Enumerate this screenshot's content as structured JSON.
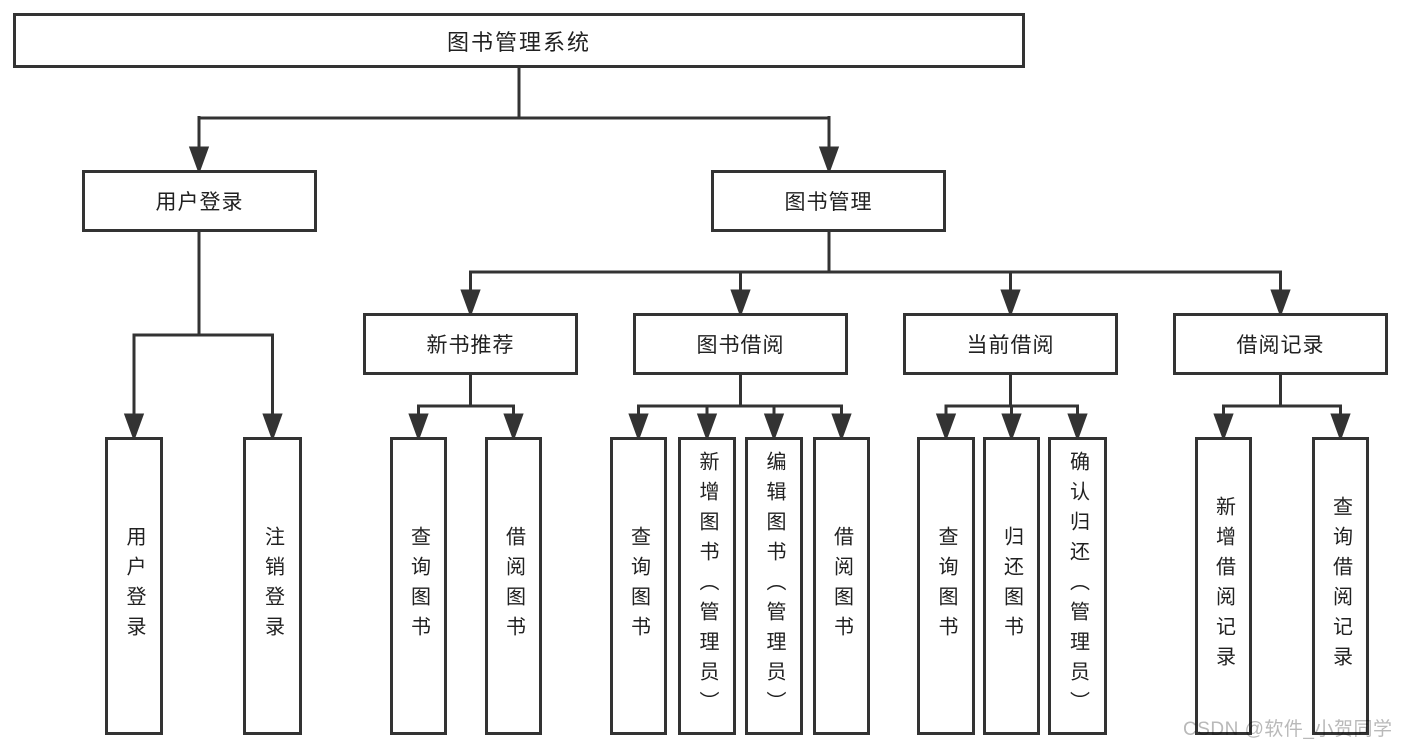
{
  "root": {
    "label": "图书管理系统"
  },
  "level2": [
    {
      "label": "用户登录"
    },
    {
      "label": "图书管理"
    }
  ],
  "level3": [
    {
      "label": "新书推荐"
    },
    {
      "label": "图书借阅"
    },
    {
      "label": "当前借阅"
    },
    {
      "label": "借阅记录"
    }
  ],
  "leaves": [
    {
      "label": "用户登录"
    },
    {
      "label": "注销登录"
    },
    {
      "label": "查询图书"
    },
    {
      "label": "借阅图书"
    },
    {
      "label": "查询图书"
    },
    {
      "label": "新增图书（管理员）"
    },
    {
      "label": "编辑图书（管理员）"
    },
    {
      "label": "借阅图书"
    },
    {
      "label": "查询图书"
    },
    {
      "label": "归还图书"
    },
    {
      "label": "确认归还（管理员）"
    },
    {
      "label": "新增借阅记录"
    },
    {
      "label": "查询借阅记录"
    }
  ],
  "hierarchy": {
    "图书管理系统": [
      "用户登录",
      "图书管理"
    ],
    "用户登录": [
      "用户登录",
      "注销登录"
    ],
    "图书管理": [
      "新书推荐",
      "图书借阅",
      "当前借阅",
      "借阅记录"
    ],
    "新书推荐": [
      "查询图书",
      "借阅图书"
    ],
    "图书借阅": [
      "查询图书",
      "新增图书（管理员）",
      "编辑图书（管理员）",
      "借阅图书"
    ],
    "当前借阅": [
      "查询图书",
      "归还图书",
      "确认归还（管理员）"
    ],
    "借阅记录": [
      "新增借阅记录",
      "查询借阅记录"
    ]
  },
  "watermark": {
    "text": "CSDN @软件_小贺同学",
    "color": "#b9b9b9"
  },
  "colors": {
    "line": "#333333",
    "text": "#212121",
    "background": "#ffffff"
  }
}
